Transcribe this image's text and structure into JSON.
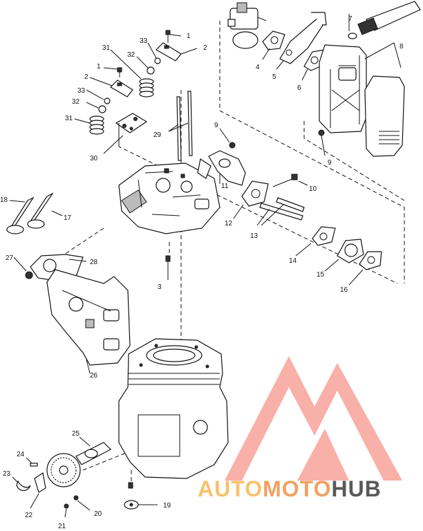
{
  "labels": [
    "1",
    "2",
    "1",
    "2",
    "33",
    "32",
    "31",
    "31",
    "32",
    "33",
    "29",
    "30",
    "9",
    "11",
    "10",
    "12",
    "13",
    "14",
    "15",
    "16",
    "28",
    "27",
    "3",
    "18",
    "17",
    "26",
    "25",
    "24",
    "23",
    "22",
    "21",
    "20",
    "19",
    "4",
    "5",
    "6",
    "7",
    "8",
    "9"
  ],
  "watermark": {
    "prefix": "AUTO",
    "middle": "MOTO",
    "suffix": "HUB",
    "color_prefix": "#f4b44a",
    "color_middle": "#f08a3a",
    "color_suffix": "#2f2f2f",
    "logo_color": "#ef4a3a"
  }
}
